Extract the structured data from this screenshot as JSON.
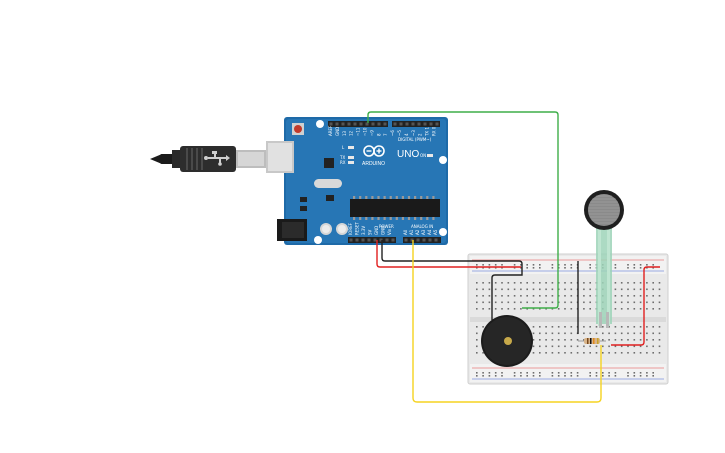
{
  "workspace": {
    "board": {
      "model_label": "UNO",
      "brand_label": "ARDUINO",
      "digital_header_label": "DIGITAL (PWM~)",
      "power_header_label": "POWER",
      "analog_header_label": "ANALOG IN",
      "digital_pins": [
        "AREF",
        "GND",
        "13",
        "12",
        "~11",
        "~10",
        "~9",
        "8",
        "7",
        "~6",
        "~5",
        "4",
        "~3",
        "2",
        "TX 1",
        "RX 0"
      ],
      "power_pins": [
        "IOREF",
        "RESET",
        "3.3V",
        "5V",
        "GND",
        "GND",
        "Vin"
      ],
      "analog_pins": [
        "A0",
        "A1",
        "A2",
        "A3",
        "A4",
        "A5"
      ],
      "indicator_labels": [
        "L",
        "TX",
        "RX",
        "ON"
      ]
    },
    "wire_colors": {
      "green": "#3fae49",
      "red": "#e02020",
      "black": "#222222",
      "yellow": "#f5d320"
    },
    "components": [
      "usb-cable",
      "arduino-uno",
      "breadboard",
      "piezo-buzzer",
      "force-sensor",
      "resistor"
    ]
  }
}
